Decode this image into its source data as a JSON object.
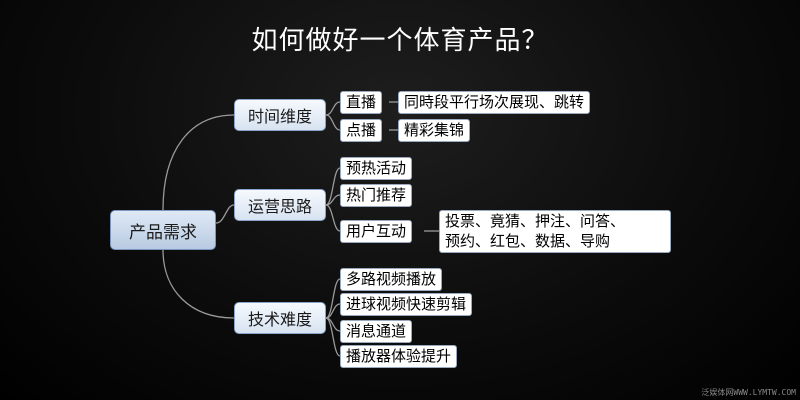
{
  "title": "如何做好一个体育产品？",
  "root": {
    "label": "产品需求"
  },
  "branches": [
    {
      "label": "时间维度",
      "children": [
        {
          "label": "直播",
          "detail": "同時段平行场次展现、跳转"
        },
        {
          "label": "点播",
          "detail": "精彩集锦"
        }
      ]
    },
    {
      "label": "运营思路",
      "children": [
        {
          "label": "预热活动"
        },
        {
          "label": "热门推荐"
        },
        {
          "label": "用户互动",
          "detail_lines": [
            "投票、竟猜、押注、问答、",
            "预约、红包、数据、导购"
          ]
        }
      ]
    },
    {
      "label": "技术难度",
      "children": [
        {
          "label": "多路视频播放"
        },
        {
          "label": "进球视频快速剪辑"
        },
        {
          "label": "消息通道"
        },
        {
          "label": "播放器体验提升"
        }
      ]
    }
  ],
  "watermark": "泛娱体网WWW.LYMTW.COM"
}
